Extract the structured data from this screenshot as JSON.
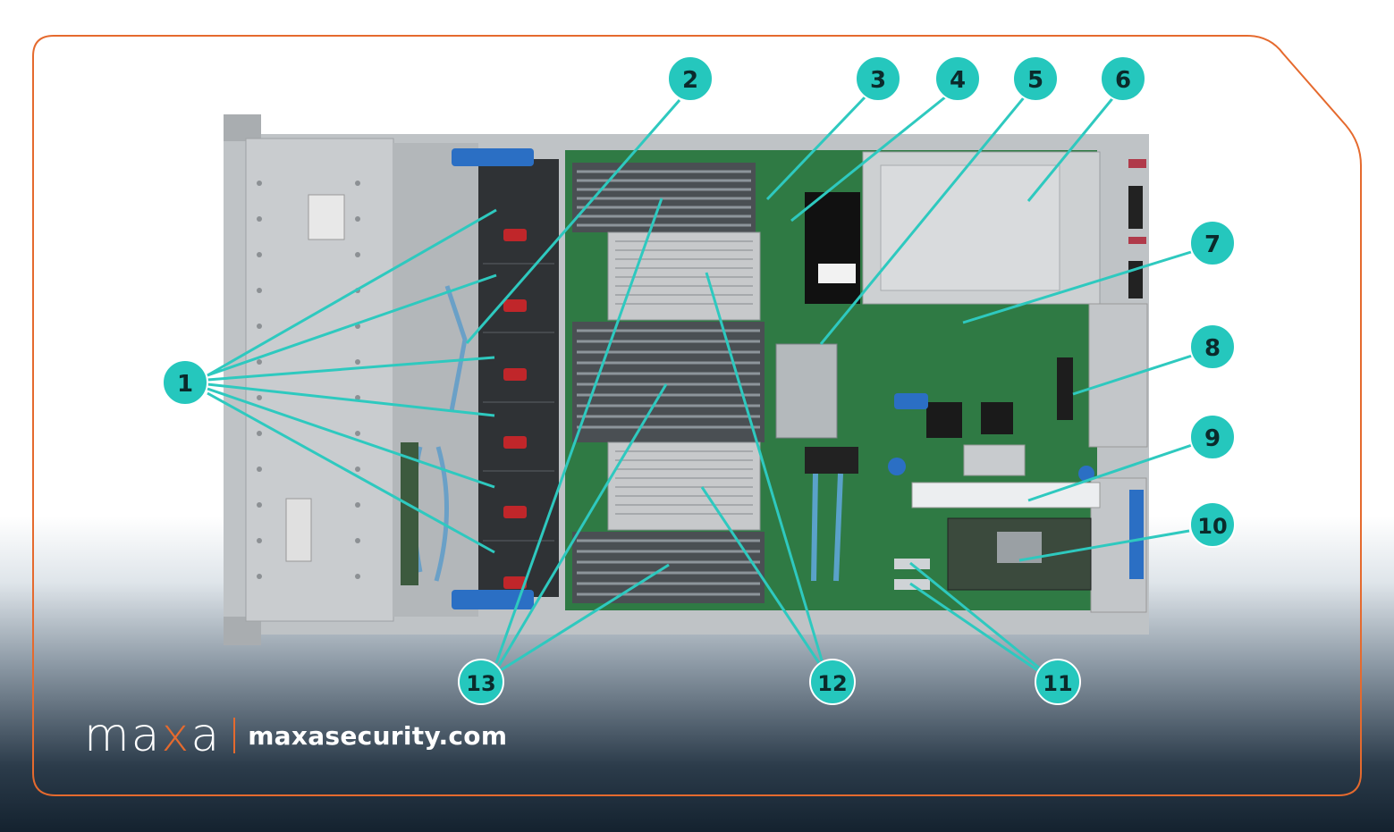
{
  "colors": {
    "frame_border": "#e56a2e",
    "callout_fill": "#25c7bd",
    "callout_text": "#0b2a2b",
    "leader_line": "#2ec9bf",
    "footer_dark": "#14222f",
    "brand_accent": "#e56a2e",
    "brand_text": "#ffffff"
  },
  "brand": {
    "logo_part1": "ma",
    "logo_part2": "x",
    "logo_part3": "a",
    "url": "maxasecurity.com"
  },
  "callouts": [
    {
      "id": "1",
      "label": "1"
    },
    {
      "id": "2",
      "label": "2"
    },
    {
      "id": "3",
      "label": "3"
    },
    {
      "id": "4",
      "label": "4"
    },
    {
      "id": "5",
      "label": "5"
    },
    {
      "id": "6",
      "label": "6"
    },
    {
      "id": "7",
      "label": "7"
    },
    {
      "id": "8",
      "label": "8"
    },
    {
      "id": "9",
      "label": "9"
    },
    {
      "id": "10",
      "label": "10"
    },
    {
      "id": "11",
      "label": "11"
    },
    {
      "id": "12",
      "label": "12"
    },
    {
      "id": "13",
      "label": "13"
    }
  ]
}
